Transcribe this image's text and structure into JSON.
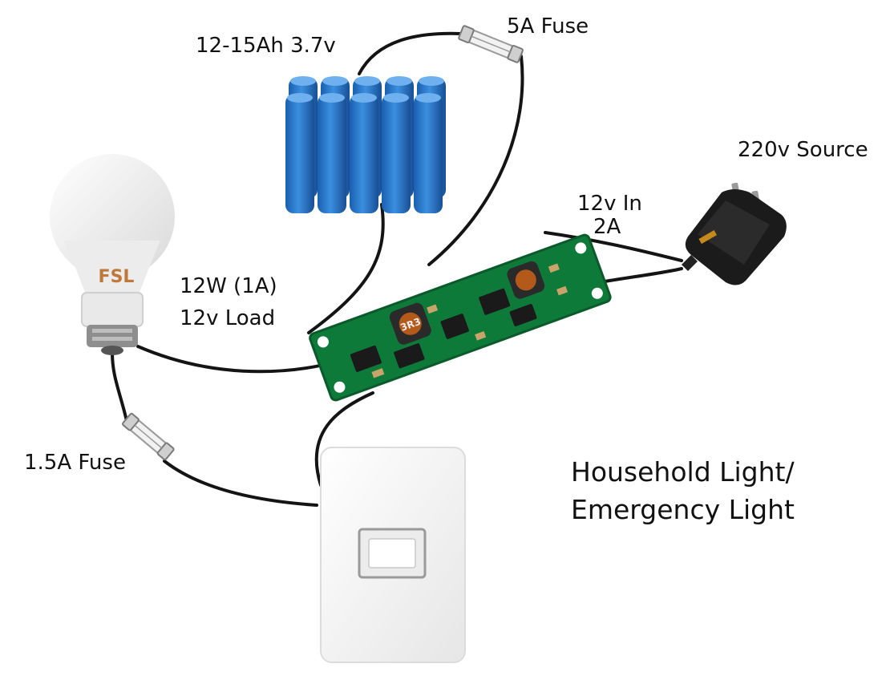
{
  "labels": {
    "battery": "12-15Ah 3.7v",
    "fuse_top": "5A Fuse",
    "source": "220v Source",
    "input_line1": "12v In",
    "input_line2": "2A",
    "load_line1": "12W (1A)",
    "load_line2": "12v Load",
    "fuse_bottom": "1.5A Fuse",
    "title_line1": "Household Light/",
    "title_line2": "Emergency Light"
  },
  "bulb_logo": "FSL",
  "inductor_marking": "3R3",
  "colors": {
    "wire": "#141414",
    "battery": "#1f6fc6",
    "pcb": "#0e7a3a",
    "adapter": "#1b1b1b",
    "bulb_logo": "#c0783a",
    "switch_plate": "#f7f7f7"
  }
}
